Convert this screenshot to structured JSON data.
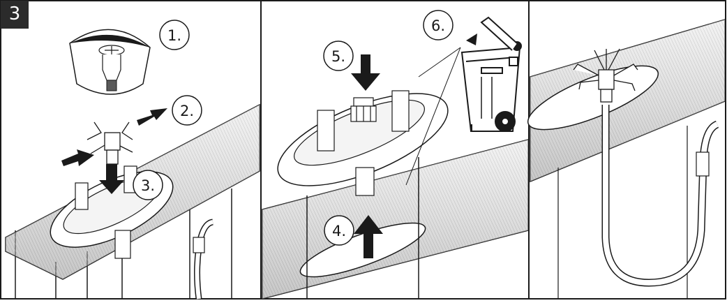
{
  "step": {
    "number": "3"
  },
  "callouts": [
    {
      "label": "1."
    },
    {
      "label": "2."
    },
    {
      "label": "3."
    },
    {
      "label": "4."
    },
    {
      "label": "5."
    },
    {
      "label": "6."
    }
  ],
  "colors": {
    "badge_bg": "#2b2b2b",
    "badge_text": "#ffffff",
    "line": "#1a1a1a",
    "counter_shade": "#bdbdbd",
    "arrow": "#1a1a1a"
  },
  "icons": {
    "step_badge": "step-number-badge",
    "trash": "wheelie-bin-recycle-icon",
    "arrow_in": "push-in-arrow-icon",
    "arrow_up": "push-up-arrow-icon",
    "arrow_down": "push-down-arrow-icon"
  }
}
